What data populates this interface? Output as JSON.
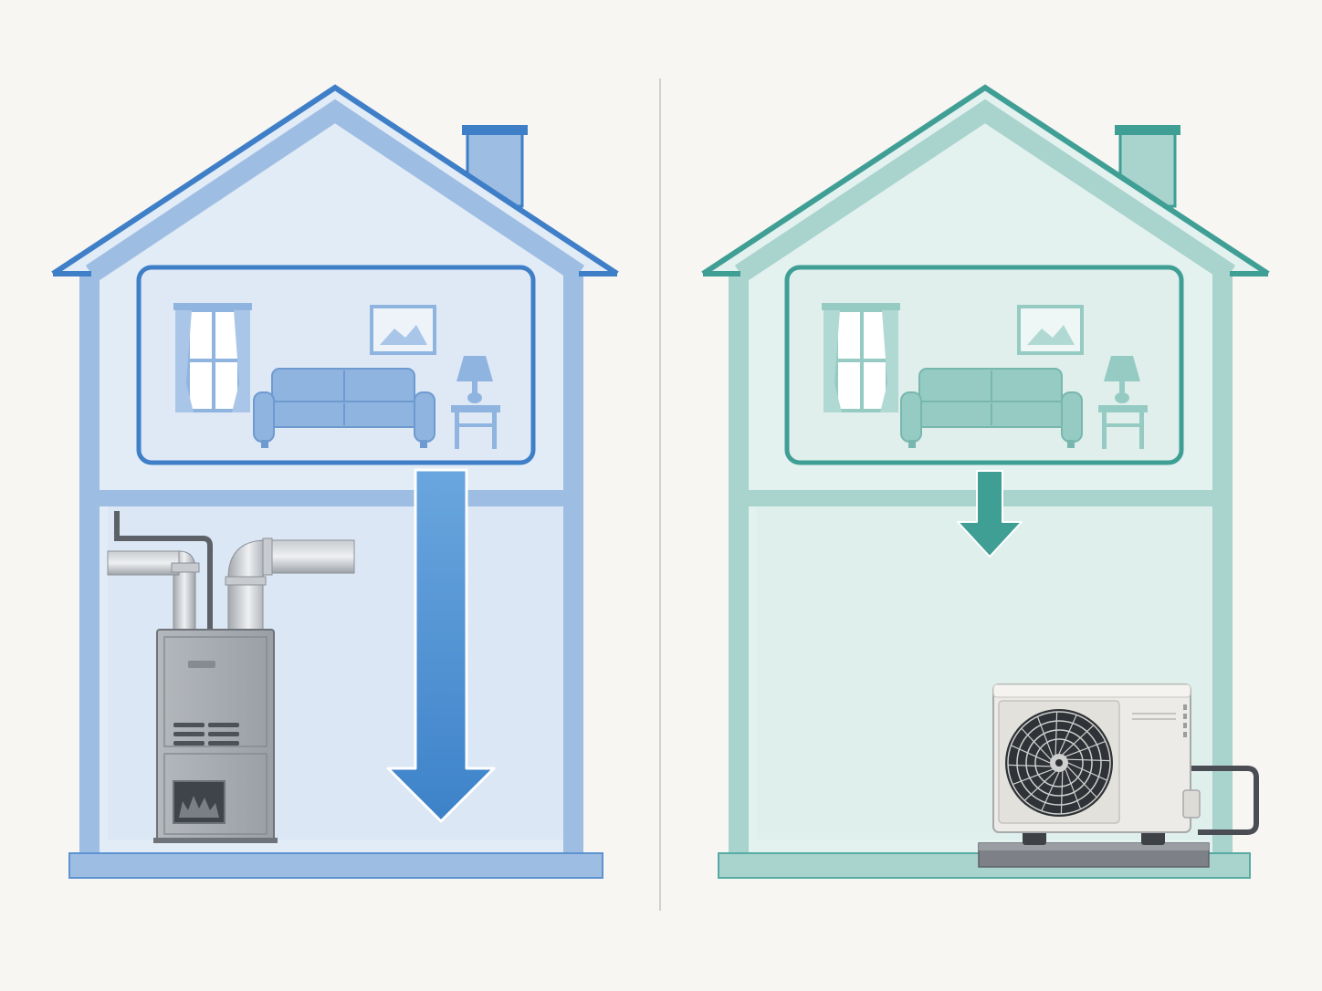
{
  "colors": {
    "background": "#f8f6f2",
    "divider": "#d2d0cb",
    "left_house": {
      "stroke": "#3e7fc8",
      "wall": "#9dbde3",
      "fill": "#e2ecf7",
      "lower_fill": "#dbe7f4",
      "furniture": "#8fb4df",
      "furniture_stroke": "#6e9ad0",
      "arrow_top": "#6aa6de",
      "arrow_bottom": "#3d82c9"
    },
    "right_house": {
      "stroke": "#3f9f95",
      "wall": "#a9d3cd",
      "fill": "#e3f1ef",
      "lower_fill": "#deefec",
      "furniture": "#95cbc3",
      "furniture_stroke": "#78b7ae",
      "arrow": "#3f9f95"
    },
    "metal": "#a9adb2",
    "metal_dark": "#5c6168",
    "unit_body": "#ecebe7"
  },
  "panels": [
    {
      "id": "left",
      "appliance": "furnace-icon",
      "heat_loss_arrow": "large"
    },
    {
      "id": "right",
      "appliance": "heat-pump-icon",
      "heat_loss_arrow": "small"
    }
  ],
  "icons": [
    "window-icon",
    "picture-frame-icon",
    "sofa-icon",
    "lamp-icon",
    "side-table-icon",
    "chimney-icon",
    "fan-icon",
    "down-arrow-icon"
  ]
}
